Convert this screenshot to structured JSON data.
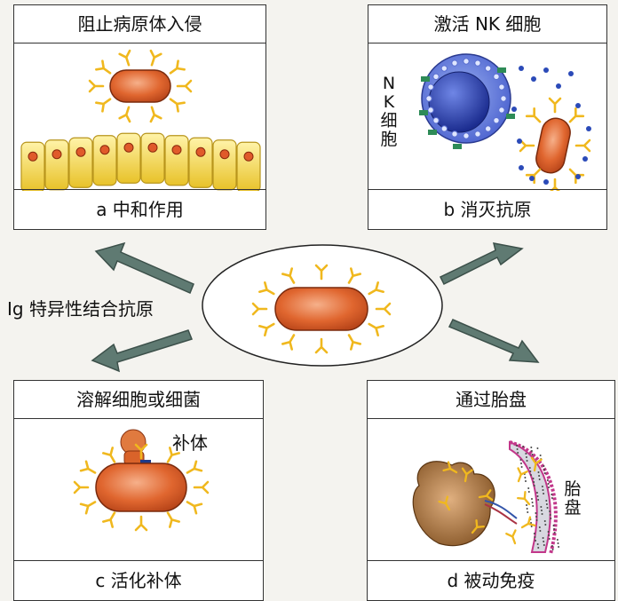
{
  "center": {
    "label": "Ig 特异性结合抗原"
  },
  "panels": {
    "a": {
      "title": "阻止病原体入侵",
      "caption": "a 中和作用"
    },
    "b": {
      "title": "激活 NK 细胞",
      "caption": "b 消灭抗原",
      "nk_label": "NK细胞"
    },
    "c": {
      "title": "溶解细胞或细菌",
      "caption": "c 活化补体",
      "complement_label": "补体"
    },
    "d": {
      "title": "通过胎盘",
      "caption": "d 被动免疫",
      "placenta_label": "胎盘"
    }
  },
  "colors": {
    "antigen": "#e0662f",
    "antibody": "#f0b81e",
    "arrow": "#5f7a72",
    "epithelium": "#f2d24a",
    "nk_cell": "#3a55c4",
    "complement": "#d9632a",
    "placenta": "#c2378a"
  }
}
